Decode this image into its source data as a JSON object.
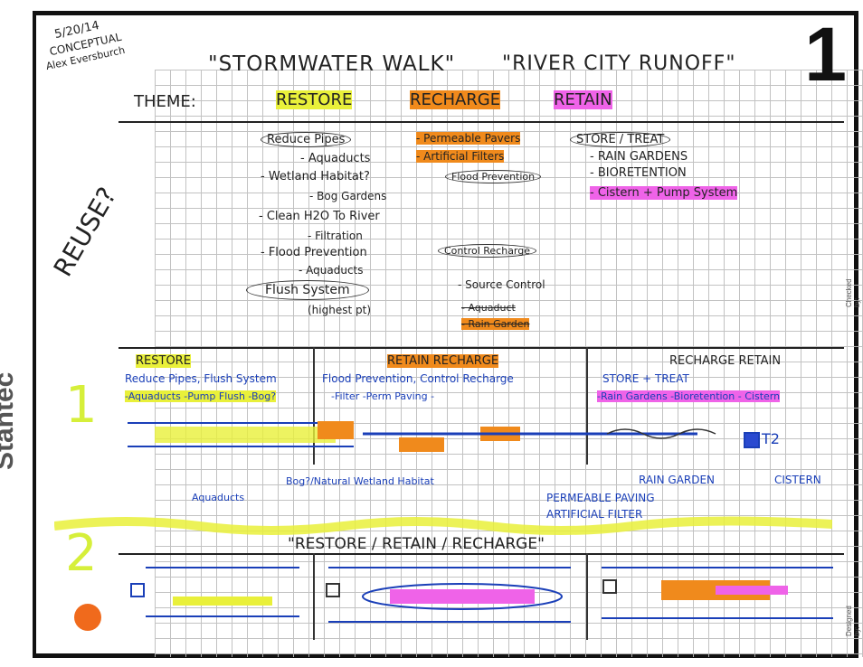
{
  "sketch": {
    "date": "5/20/14",
    "status": "CONCEPTUAL",
    "author": "Alex Eversburch",
    "reuse_note": "REUSE?",
    "sheet_number": "1",
    "stamp_company": "Stantec",
    "side_checked": "Checked by:",
    "side_designed": "Designed by:",
    "title_1": "\"STORMWATER WALK\"",
    "title_2": "\"RIVER CITY RUNOFF\"",
    "theme_label": "THEME:",
    "theme_words": [
      "RESTORE",
      "RECHARGE",
      "RETAIN"
    ],
    "restore_list": [
      "Reduce Pipes",
      "- Aquaducts",
      "- Wetland Habitat?",
      "- Bog Gardens",
      "- Clean H2O To River",
      "- Filtration",
      "- Flood Prevention",
      "- Aquaducts",
      "Flush System",
      "(highest pt)"
    ],
    "recharge_list": [
      "- Permeable Pavers",
      "- Artificial Filters",
      "Flood Prevention",
      "Control Recharge",
      "- Source Control",
      "- Aquaduct",
      "- Rain Garden"
    ],
    "retain_list": [
      "STORE / TREAT",
      "- RAIN GARDENS",
      "- BIORETENTION",
      "- Cistern + Pump System"
    ],
    "row1_marker": "1",
    "row2_marker": "2",
    "section_heads": [
      "RESTORE",
      "RETAIN RECHARGE",
      "RECHARGE RETAIN"
    ],
    "section_lines_1": [
      "Reduce Pipes, Flush System",
      "Flood Prevention, Control Recharge",
      "STORE + TREAT"
    ],
    "section_lines_2": [
      "-Aquaducts -Pump Flush -Bog?",
      "-Filter -Perm Paving -",
      "-Rain Gardens -Bioretention - Cistern"
    ],
    "callouts": [
      "Bog?/Natural Wetland Habitat",
      "Aquaducts",
      "RAIN GARDEN",
      "CISTERN",
      "PERMEABLE PAVING",
      "ARTIFICIAL FILTER",
      "T2"
    ],
    "row2_title": "\"RESTORE / RETAIN / RECHARGE\""
  }
}
